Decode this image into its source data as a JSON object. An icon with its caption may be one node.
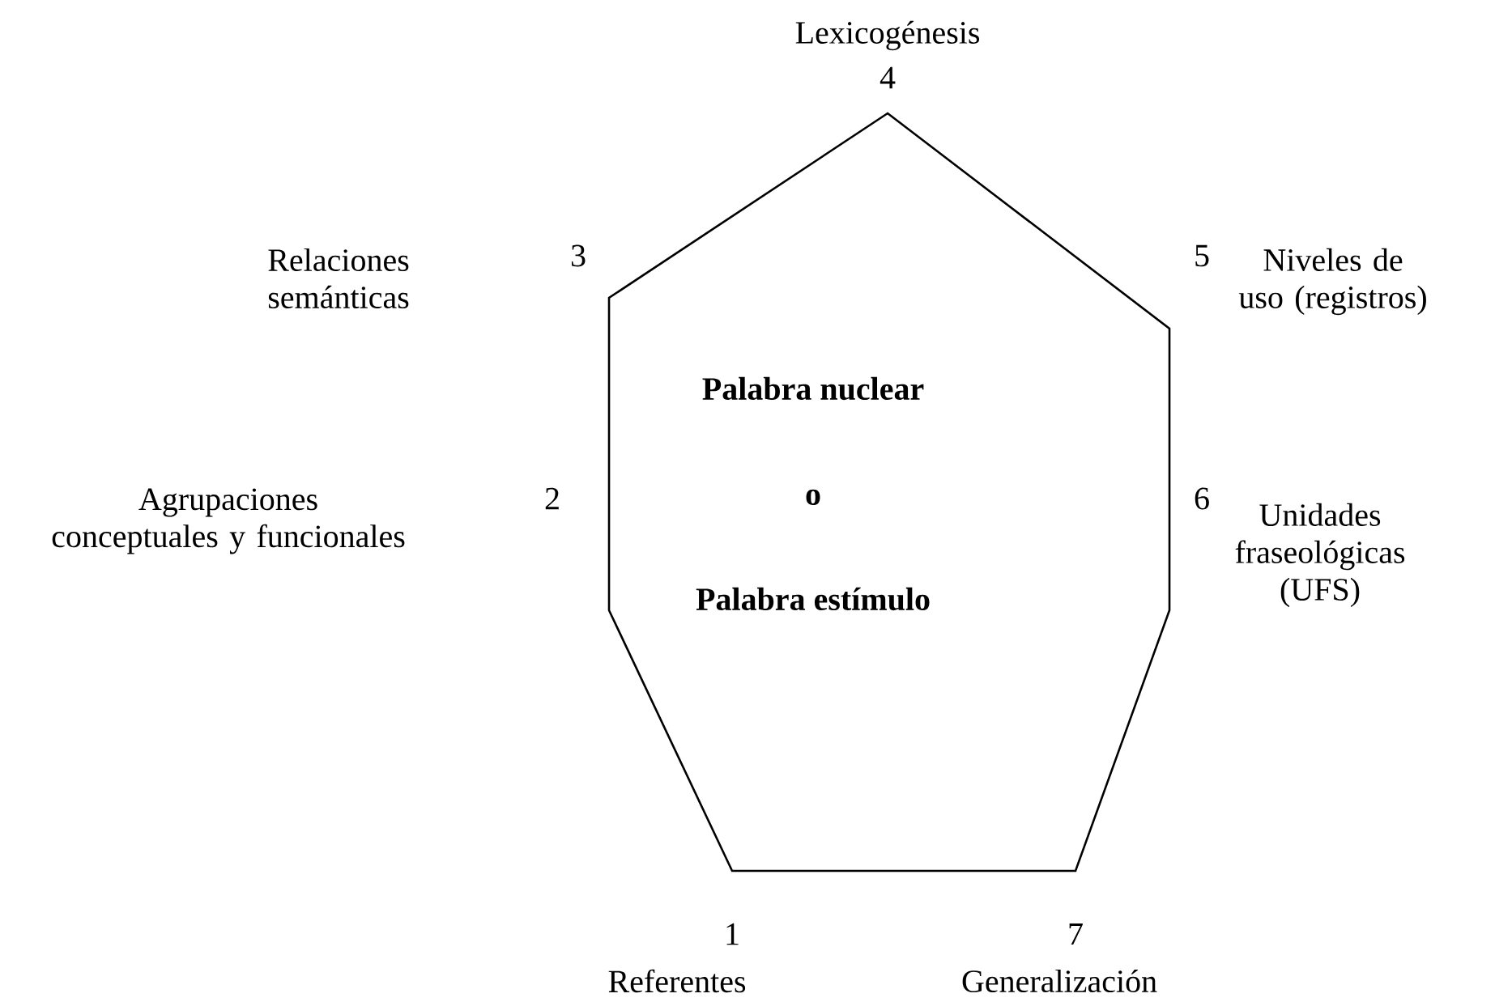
{
  "diagram": {
    "nodes": [
      {
        "text": [
          "Palabra nuclear",
          "o",
          "Palabra estímulo"
        ]
      }
    ],
    "edges": [],
    "labels": [
      "Lexicogénesis",
      "4",
      "Relaciones semánticas",
      "3",
      "5",
      "Niveles de uso (registros)",
      "Agrupaciones conceptuales y funcionales",
      "2",
      "6",
      "Unidades fraseológicas (UFS)",
      "1",
      "Referentes",
      "7",
      "Generalización"
    ]
  }
}
